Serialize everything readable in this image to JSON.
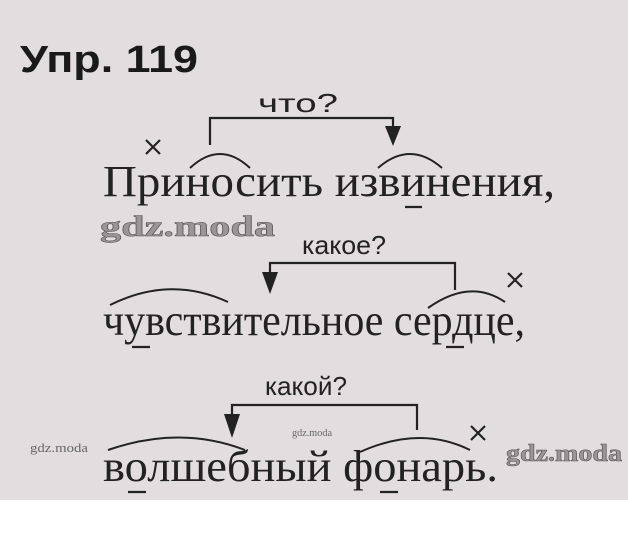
{
  "exercise": {
    "title": "Упр. 119",
    "lines": [
      {
        "question": "что?",
        "phrase": "Приносить извинения,"
      },
      {
        "question": "какое?",
        "phrase": "чувствительное сердце,"
      },
      {
        "question": "какой?",
        "phrase": "волшебный фонарь."
      }
    ]
  },
  "watermarks": [
    "gdz.moda",
    "gdz.moda",
    "gdz.moda",
    "gdz.moda"
  ]
}
